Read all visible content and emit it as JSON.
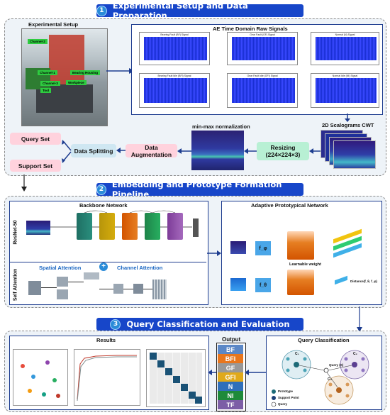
{
  "sections": [
    {
      "number": "1",
      "title": "Experimental Setup and Data Preparation"
    },
    {
      "number": "2",
      "title": "Embedding and Prototype Formation Pipeline"
    },
    {
      "number": "3",
      "title": "Query Classification and Evaluation"
    }
  ],
  "setup": {
    "title": "Experimental Setup",
    "photo_tags": [
      "Channel-2",
      "Bearing Housing",
      "Channel-1",
      "Channel-3",
      "Workpiece",
      "Tool"
    ]
  },
  "signals": {
    "title": "AE Time Domain Raw Signals",
    "plots": [
      "Bearing Fault (BF) Signal",
      "Gear Fault (GF) Signal",
      "Normal (N) Signal",
      "Bearing Fault Idle (BFI) Signal",
      "Gear Fault Idle (GFI) Signal",
      "Normal Idle (NI) Signal"
    ]
  },
  "pipeline": {
    "scalograms": "2D Scalograms CWT",
    "resizing_line1": "Resizing",
    "resizing_line2": "(224×224×3)",
    "minmax": "min-max normalization",
    "augmentation": "Data Augmentation",
    "splitting": "Data Splitting",
    "query_set": "Query Set",
    "support_set": "Support Set"
  },
  "backbone": {
    "title": "Backbone Network",
    "resnet_label": "ResNet-50",
    "self_attention_label": "Self Attention",
    "spatial_attention": "Spatial Attention",
    "channel_attention": "Channel Attention",
    "plus": "+"
  },
  "adaptive": {
    "title": "Adaptive Prototypical Network",
    "learnable": "Learnable weight",
    "distance": "Distance(f_θ, f_φ)",
    "f_phi": "f_φ",
    "f_theta": "f_θ"
  },
  "results": {
    "title": "Results"
  },
  "output": {
    "title": "Output",
    "classes": [
      "BF",
      "BFI",
      "GF",
      "GFI",
      "N",
      "NI",
      "TF"
    ],
    "colors": [
      "#5b87c6",
      "#e8761d",
      "#989898",
      "#e0a91a",
      "#2f6fba",
      "#1e8a3a",
      "#7c5ea6"
    ]
  },
  "query": {
    "title": "Query Classification",
    "query_label": "Query (X)",
    "legend": [
      "Prototype",
      "Support Point",
      "Query"
    ],
    "c_labels": [
      "C₁",
      "C₂",
      "C₃"
    ]
  }
}
